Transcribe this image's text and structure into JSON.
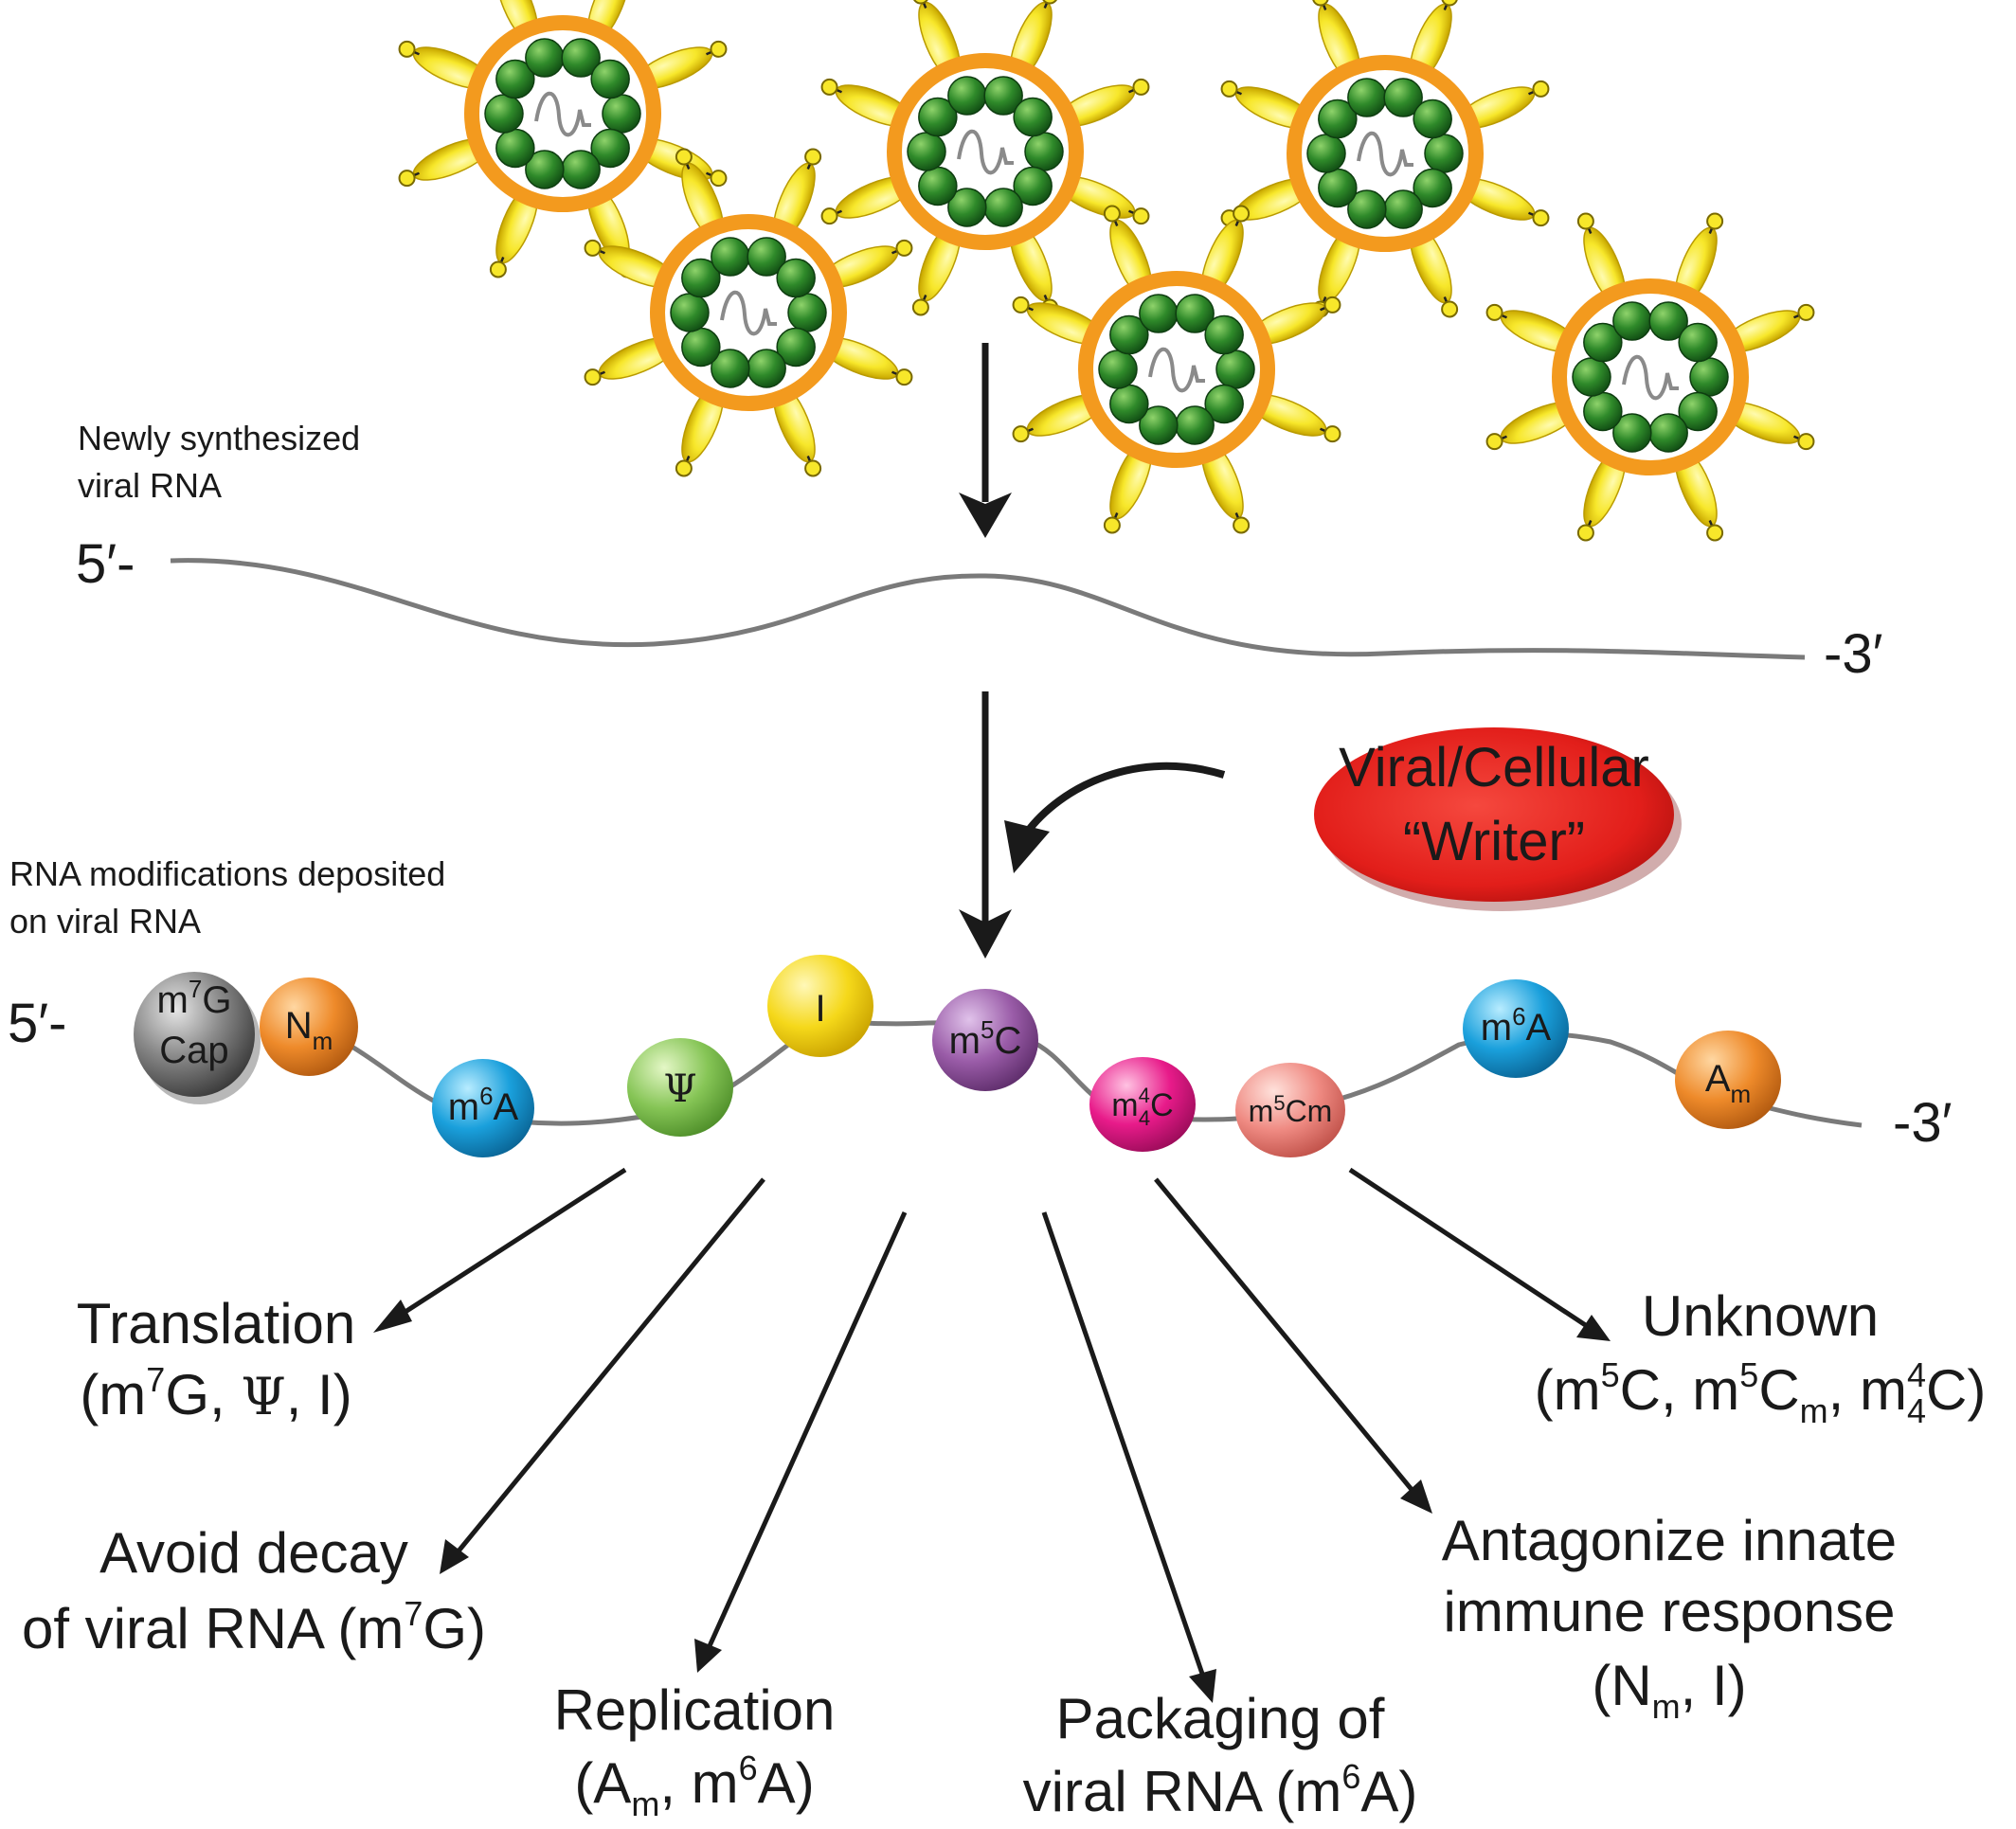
{
  "labels": {
    "newly_line1": "Newly synthesized",
    "newly_line2": "viral RNA",
    "rna_mod_line1": "RNA modifications deposited",
    "rna_mod_line2": "on viral RNA",
    "five_prime": "5′-",
    "three_prime": "-3′",
    "writer_line1": "Viral/Cellular",
    "writer_line2": "“Writer”"
  },
  "modifications": [
    {
      "id": "m7g-cap",
      "line1": "m7G",
      "line2": "Cap",
      "color": "#5f5f5f"
    },
    {
      "id": "nm",
      "text": "Nm",
      "color": "#e9822a"
    },
    {
      "id": "m6a-1",
      "text": "m6A",
      "color": "#1aa0dc"
    },
    {
      "id": "psi",
      "text": "Ψ",
      "color": "#7cc043"
    },
    {
      "id": "inosine",
      "text": "I",
      "color": "#f3d419"
    },
    {
      "id": "m5c",
      "text": "m5C",
      "color": "#8b4d9b"
    },
    {
      "id": "m4-4c",
      "text": "m44C",
      "color": "#e81b8a"
    },
    {
      "id": "m5cm",
      "text": "m5Cm",
      "color": "#ec7a74"
    },
    {
      "id": "m6a-2",
      "text": "m6A",
      "color": "#1aa0dc"
    },
    {
      "id": "am",
      "text": "Am",
      "color": "#e9822a"
    }
  ],
  "outcomes": {
    "translation": {
      "line1": "Translation",
      "line2": "(m7G, Ψ, I)"
    },
    "avoid_decay": {
      "line1": "Avoid decay",
      "line2": "of viral RNA (m7G)"
    },
    "replication": {
      "line1": "Replication",
      "line2": "(Am, m6A)"
    },
    "packaging": {
      "line1": "Packaging of",
      "line2": "viral RNA (m6A)"
    },
    "antagonize": {
      "line1": "Antagonize innate",
      "line2": "immune response",
      "line3": "(Nm, I)"
    },
    "unknown": {
      "line1": "Unknown",
      "line2": "(m5C, m5Cm, m44C)"
    }
  },
  "colors": {
    "envelope": "#f39a1e",
    "capsid": "#2f8a2a",
    "spike": "#f7e72a",
    "writer": "#e8221e",
    "rna_strand": "#7a7a7a"
  }
}
